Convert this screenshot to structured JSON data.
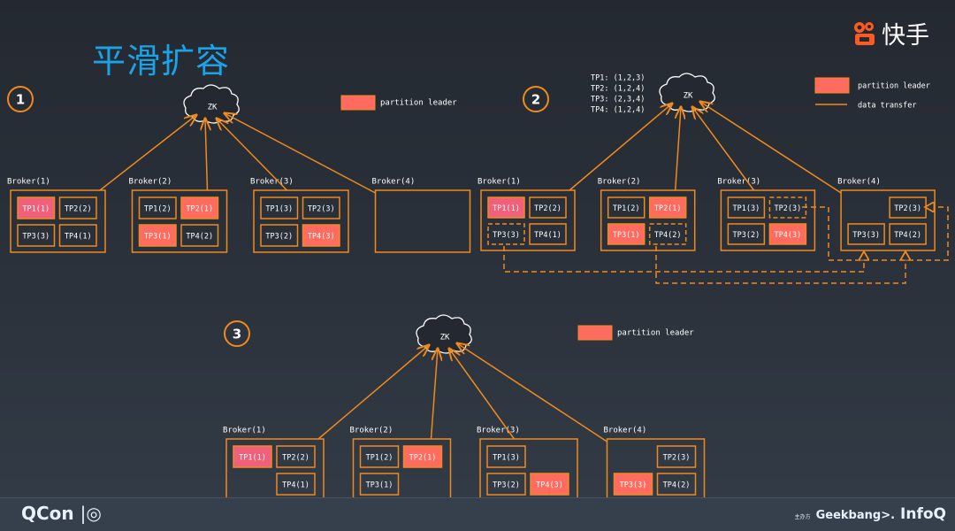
{
  "title": "平滑扩容",
  "brand": {
    "name": "快手",
    "color": "#ff5a1f"
  },
  "colors": {
    "accent": "#f08a1c",
    "leader_fill": "#ff6b5e",
    "leader_fill_alt": "#f0607a",
    "title": "#1aa3e8"
  },
  "legend": {
    "leader": "partition leader",
    "transfer": "data transfer"
  },
  "panels": [
    {
      "step": "1",
      "zk": "ZK",
      "brokers": [
        {
          "name": "Broker(1)",
          "cells": [
            {
              "label": "TP1(1)",
              "leader": true
            },
            {
              "label": "TP2(2)"
            },
            {
              "label": "TP3(3)"
            },
            {
              "label": "TP4(1)"
            }
          ]
        },
        {
          "name": "Broker(2)",
          "cells": [
            {
              "label": "TP1(2)"
            },
            {
              "label": "TP2(1)",
              "leader": true
            },
            {
              "label": "TP3(1)",
              "leader": true
            },
            {
              "label": "TP4(2)"
            }
          ]
        },
        {
          "name": "Broker(3)",
          "cells": [
            {
              "label": "TP1(3)"
            },
            {
              "label": "TP2(3)"
            },
            {
              "label": "TP3(2)"
            },
            {
              "label": "TP4(3)",
              "leader": true
            }
          ]
        },
        {
          "name": "Broker(4)",
          "cells": [
            null,
            null,
            null,
            null
          ]
        }
      ]
    },
    {
      "step": "2",
      "zk": "ZK",
      "assignments": [
        "TP1: (1,2,3)",
        "TP2: (1,2,4)",
        "TP3: (2,3,4)",
        "TP4: (1,2,4)"
      ],
      "brokers": [
        {
          "name": "Broker(1)",
          "cells": [
            {
              "label": "TP1(1)",
              "leader": true
            },
            {
              "label": "TP2(2)"
            },
            {
              "label": "TP3(3)",
              "moving": true
            },
            {
              "label": "TP4(1)"
            }
          ]
        },
        {
          "name": "Broker(2)",
          "cells": [
            {
              "label": "TP1(2)"
            },
            {
              "label": "TP2(1)",
              "leader": true
            },
            {
              "label": "TP3(1)",
              "leader": true
            },
            {
              "label": "TP4(2)",
              "moving": true
            }
          ]
        },
        {
          "name": "Broker(3)",
          "cells": [
            {
              "label": "TP1(3)"
            },
            {
              "label": "TP2(3)",
              "moving": true
            },
            {
              "label": "TP3(2)"
            },
            {
              "label": "TP4(3)",
              "leader": true
            }
          ]
        },
        {
          "name": "Broker(4)",
          "cells": [
            null,
            {
              "label": "TP2(3)"
            },
            {
              "label": "TP3(3)"
            },
            {
              "label": "TP4(2)"
            }
          ]
        }
      ]
    },
    {
      "step": "3",
      "zk": "ZK",
      "brokers": [
        {
          "name": "Broker(1)",
          "cells": [
            {
              "label": "TP1(1)",
              "leader": true
            },
            {
              "label": "TP2(2)"
            },
            null,
            {
              "label": "TP4(1)"
            }
          ]
        },
        {
          "name": "Broker(2)",
          "cells": [
            {
              "label": "TP1(2)"
            },
            {
              "label": "TP2(1)",
              "leader": true
            },
            {
              "label": "TP3(1)"
            },
            null
          ]
        },
        {
          "name": "Broker(3)",
          "cells": [
            {
              "label": "TP1(3)"
            },
            null,
            {
              "label": "TP3(2)"
            },
            {
              "label": "TP4(3)",
              "leader": true
            }
          ]
        },
        {
          "name": "Broker(4)",
          "cells": [
            null,
            {
              "label": "TP2(3)"
            },
            {
              "label": "TP3(3)",
              "leader": true
            },
            {
              "label": "TP4(2)"
            }
          ]
        }
      ]
    }
  ],
  "footer": {
    "left": "QCon",
    "sponsor_label": "主办方",
    "sponsor1": "Geekbang>.",
    "sponsor2": "InfoQ"
  }
}
